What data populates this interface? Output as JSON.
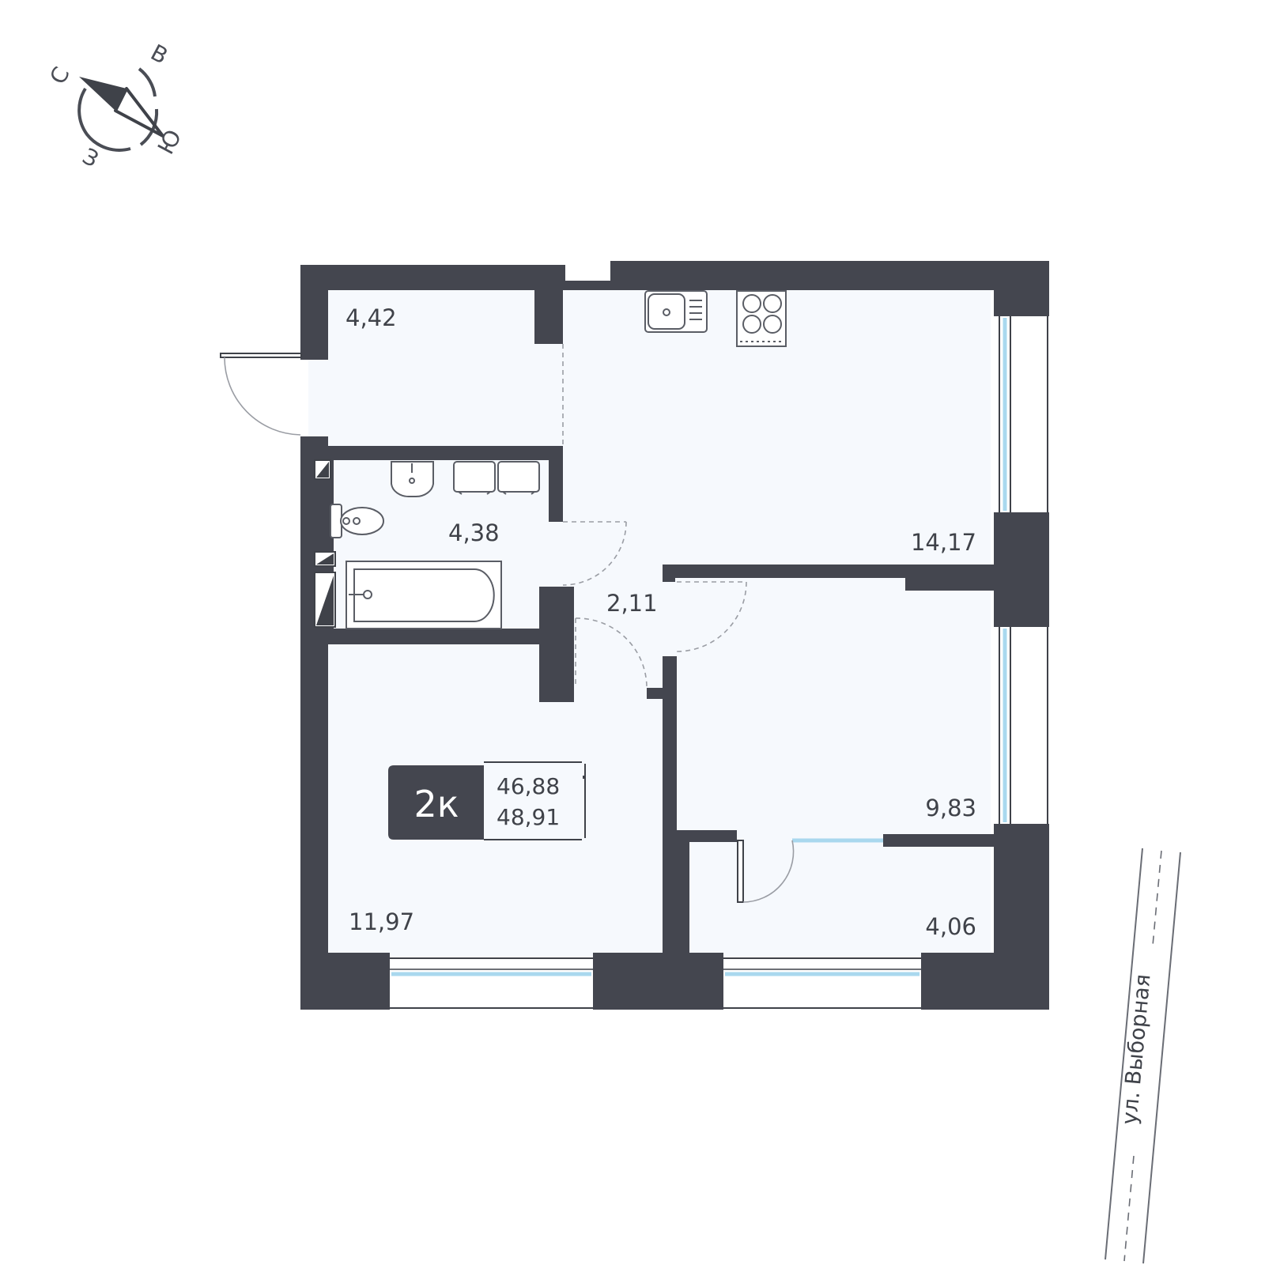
{
  "compass": {
    "north": "С",
    "east": "В",
    "south": "Ю",
    "west": "З"
  },
  "street": "ул. Выборная",
  "badge": {
    "type": "2к",
    "living_area": "46,88",
    "total_area": "48,91"
  },
  "rooms": {
    "hallway": "4,42",
    "bathroom": "4,38",
    "corridor": "2,11",
    "kitchen_living": "14,17",
    "bedroom": "9,83",
    "living_room": "11,97",
    "balcony": "4,06"
  },
  "colors": {
    "wall": "#44464f",
    "floor": "#f6f9fd",
    "window": "#a9d8ee",
    "line": "#6a6d75"
  }
}
